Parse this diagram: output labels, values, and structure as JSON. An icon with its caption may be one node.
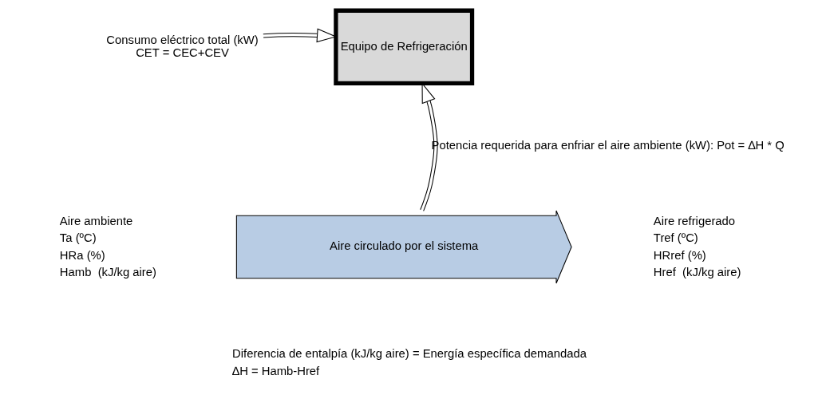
{
  "diagram": {
    "nodes": [
      {
        "text": [
          "Consumo eléctrico total (kW)",
          "CET = CEC+CEV"
        ]
      },
      {
        "text": [
          "Equipo de Refrigeración"
        ]
      },
      {
        "text": [
          "Aire circulado por el sistema"
        ],
        "beside": [
          "Diferencia de entalpía (kJ/kg aire) = Energía específica demandada",
          "∆H = Hamb-Href"
        ]
      }
    ],
    "edges": [
      {
        "from": 0,
        "to": 1,
        "arrow": "to"
      },
      {
        "from": 2,
        "to": 1,
        "arrow": "to",
        "label": "Potencia requerida para enfriar el aire ambiente (kW): Pot = ∆H * Q"
      }
    ],
    "labels": [
      "Aire ambiente",
      "Ta (ºC)",
      "HRa (%)",
      "Hamb  (kJ/kg aire)",
      "Aire refrigerado",
      "Tref (ºC)",
      "HRref (%)",
      "Href  (kJ/kg aire)"
    ]
  }
}
